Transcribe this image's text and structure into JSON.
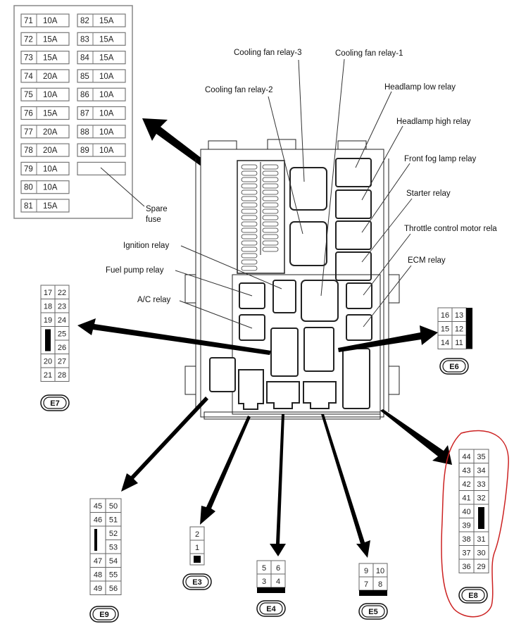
{
  "fuse_table": {
    "left_column": [
      {
        "number": "71",
        "rating": "10A"
      },
      {
        "number": "72",
        "rating": "15A"
      },
      {
        "number": "73",
        "rating": "15A"
      },
      {
        "number": "74",
        "rating": "20A"
      },
      {
        "number": "75",
        "rating": "10A"
      },
      {
        "number": "76",
        "rating": "15A"
      },
      {
        "number": "77",
        "rating": "20A"
      },
      {
        "number": "78",
        "rating": "20A"
      },
      {
        "number": "79",
        "rating": "10A"
      },
      {
        "number": "80",
        "rating": "10A"
      },
      {
        "number": "81",
        "rating": "15A"
      }
    ],
    "right_column": [
      {
        "number": "82",
        "rating": "15A"
      },
      {
        "number": "83",
        "rating": "15A"
      },
      {
        "number": "84",
        "rating": "15A"
      },
      {
        "number": "85",
        "rating": "10A"
      },
      {
        "number": "86",
        "rating": "10A"
      },
      {
        "number": "87",
        "rating": "10A"
      },
      {
        "number": "88",
        "rating": "10A"
      },
      {
        "number": "89",
        "rating": "10A"
      },
      {
        "number": "",
        "rating": ""
      }
    ],
    "spare_label_line1": "Spare",
    "spare_label_line2": "fuse"
  },
  "relay_labels": {
    "cooling_fan_3": "Cooling fan relay-3",
    "cooling_fan_1": "Cooling fan relay-1",
    "cooling_fan_2": "Cooling fan relay-2",
    "headlamp_low": "Headlamp low relay",
    "headlamp_high": "Headlamp high relay",
    "front_fog": "Front fog lamp relay",
    "starter": "Starter relay",
    "throttle": "Throttle control motor rela",
    "ecm": "ECM relay",
    "ignition": "Ignition relay",
    "fuel_pump": "Fuel pump relay",
    "ac": "A/C relay"
  },
  "connectors": {
    "E7": {
      "name": "E7",
      "left": [
        "17",
        "18",
        "19",
        "",
        "",
        "20",
        "21"
      ],
      "right": [
        "22",
        "23",
        "24",
        "25",
        "26",
        "27",
        "28"
      ]
    },
    "E6": {
      "name": "E6",
      "left": [
        "16",
        "15",
        "14"
      ],
      "right": [
        "13",
        "12",
        "11"
      ]
    },
    "E8": {
      "name": "E8",
      "left": [
        "44",
        "43",
        "42",
        "41",
        "40",
        "39",
        "38",
        "37",
        "36"
      ],
      "right": [
        "35",
        "34",
        "33",
        "32",
        "",
        "",
        "31",
        "30",
        "29"
      ]
    },
    "E9": {
      "name": "E9",
      "left": [
        "45",
        "46",
        "",
        "",
        "47",
        "48",
        "49"
      ],
      "right": [
        "50",
        "51",
        "52",
        "53",
        "54",
        "55",
        "56"
      ]
    },
    "E3": {
      "name": "E3",
      "pins": [
        "2",
        "1"
      ]
    },
    "E4": {
      "name": "E4",
      "top": [
        "5",
        "6"
      ],
      "bottom": [
        "3",
        "4"
      ]
    },
    "E5": {
      "name": "E5",
      "top": [
        "9",
        "10"
      ],
      "bottom": [
        "7",
        "8"
      ]
    }
  },
  "colors": {
    "annotation_circle": "#cc2222",
    "ink": "#111111"
  }
}
